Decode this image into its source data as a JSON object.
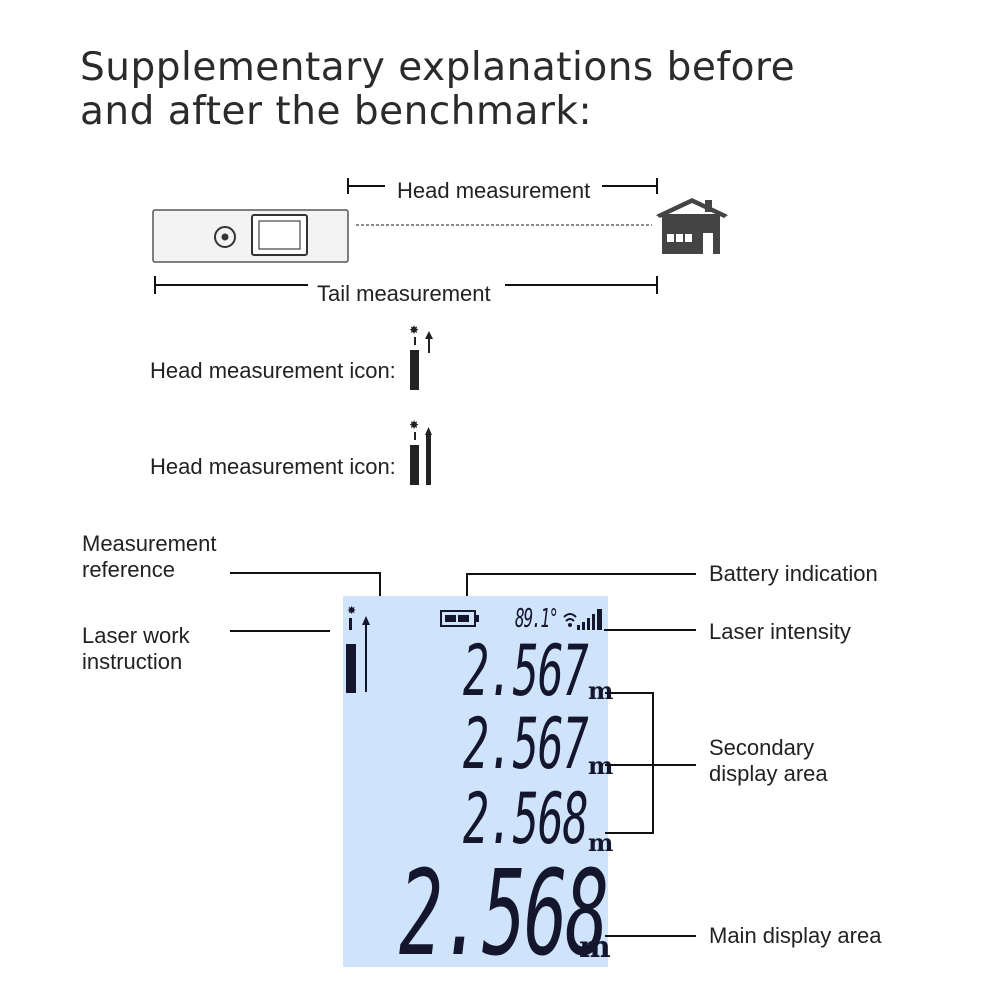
{
  "title_line1": "Supplementary explanations before",
  "title_line2": "and after the benchmark:",
  "diagram": {
    "head_measurement": "Head measurement",
    "tail_measurement": "Tail measurement",
    "icon_label_1": "Head measurement icon:",
    "icon_label_2": "Head measurement icon:"
  },
  "callouts": {
    "measurement_reference_1": "Measurement",
    "measurement_reference_2": "reference",
    "laser_work_1": "Laser work",
    "laser_work_2": "instruction",
    "battery": "Battery indication",
    "laser_intensity": "Laser intensity",
    "secondary_1": "Secondary",
    "secondary_2": "display area",
    "main_display": "Main display area"
  },
  "lcd": {
    "angle": "89.1°",
    "reading_1": "2.567",
    "reading_2": "2.567",
    "reading_3": "2.568",
    "main_reading": "2.568",
    "unit": "m"
  },
  "colors": {
    "lcd_background": "#cfe3fa",
    "lcd_ink": "#14162e"
  }
}
